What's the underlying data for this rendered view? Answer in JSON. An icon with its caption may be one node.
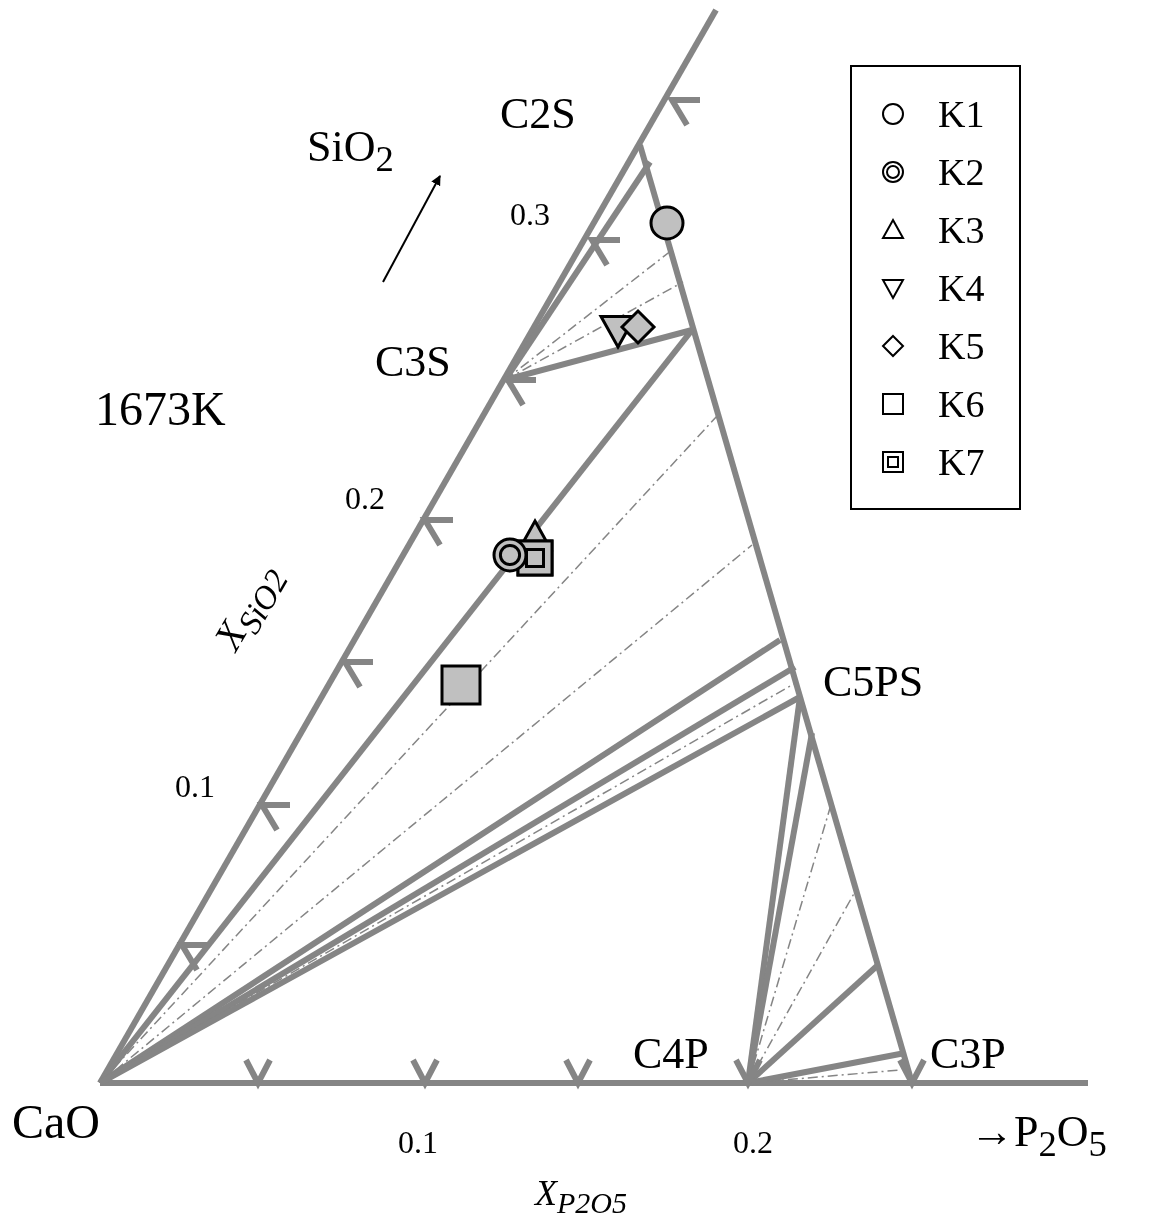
{
  "diagram": {
    "labels": [
      "C2S",
      "SiO$_{2}$",
      "0.3",
      "C3S",
      "1673K",
      "0.2",
      "X$_{SiO2}$",
      "0.1",
      "C5PS",
      "C4P",
      "C3P",
      "CaO",
      "0.1",
      "0.2",
      "→P$_{2}$O$_{5}$",
      "X$_{P2O5}$"
    ],
    "legend": [
      {
        "text": "K1"
      },
      {
        "text": "K2"
      },
      {
        "text": "K3"
      },
      {
        "text": "K4"
      },
      {
        "text": "K5"
      },
      {
        "text": "K6"
      },
      {
        "text": "K7"
      }
    ]
  }
}
